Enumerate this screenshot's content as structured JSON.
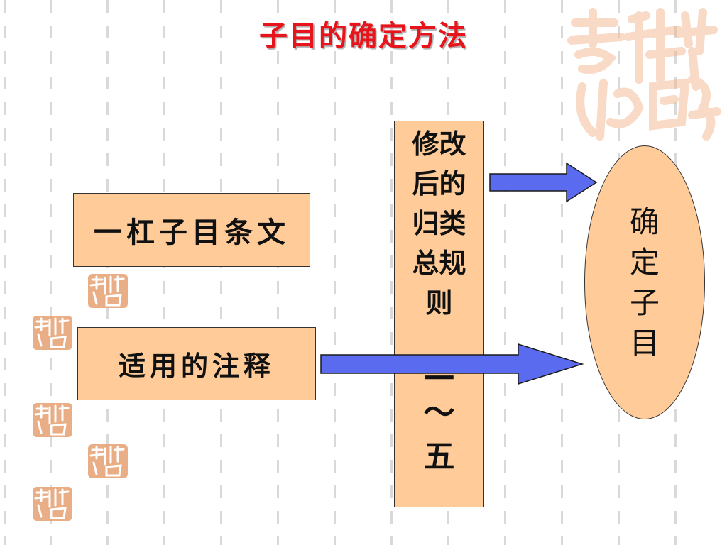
{
  "title": "子目的确定方法",
  "left_boxes": [
    {
      "label": "一杠子目条文"
    },
    {
      "label": "适用的注释"
    }
  ],
  "center_box": {
    "lines": [
      "修改",
      "后的",
      "归类",
      "总规",
      "则"
    ],
    "range_chars": [
      "二",
      "～",
      "五"
    ]
  },
  "result": {
    "chars": [
      "确",
      "定",
      "子",
      "目"
    ]
  },
  "colors": {
    "title": "#e8141c",
    "box_fill": "#ffcc99",
    "arrow_fill": "#5b6bf0",
    "seal": "#e7a679"
  },
  "decoration": {
    "seal_icon": "auspicious-seal-icon"
  }
}
